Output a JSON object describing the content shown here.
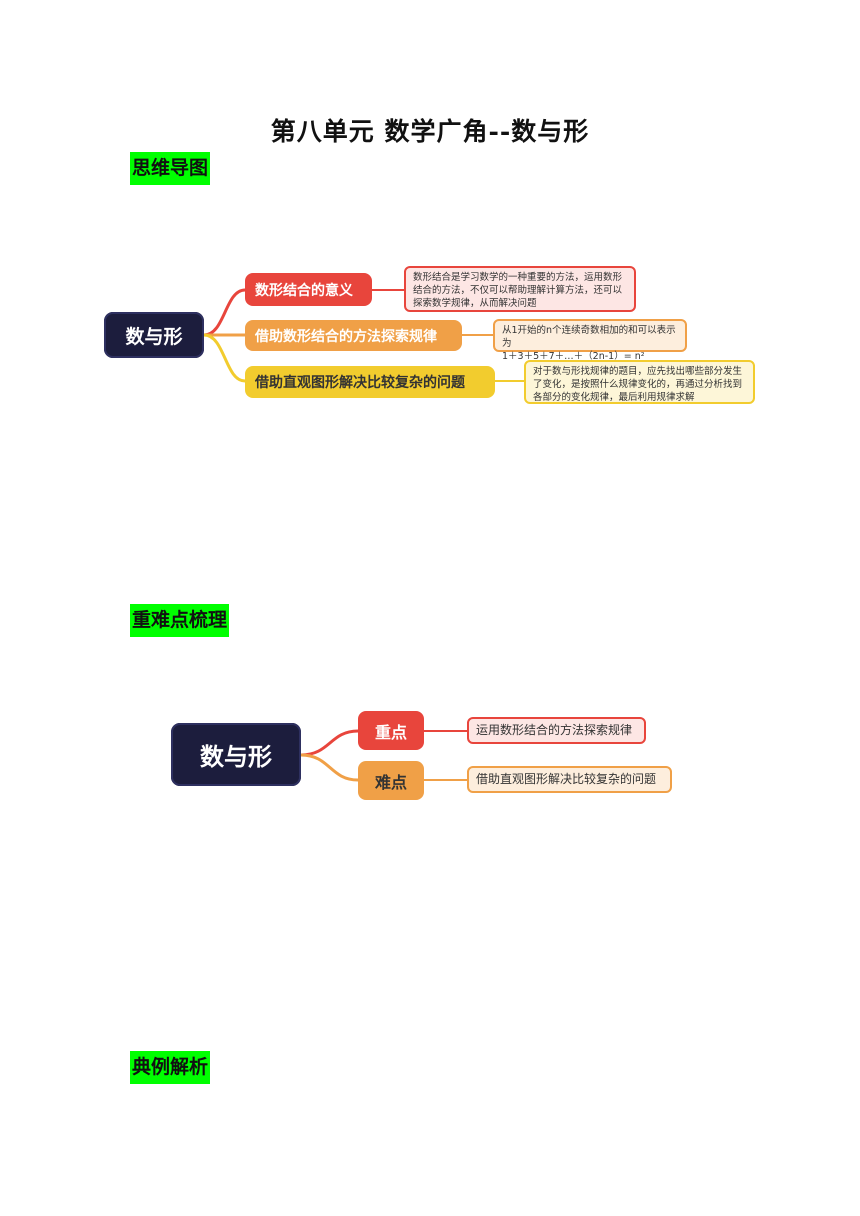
{
  "title": "第八单元 数学广角--数与形",
  "sections": {
    "mindmap": "思维导图",
    "key_points": "重难点梳理",
    "examples": "典例解析"
  },
  "mindmap": {
    "root": "数与形",
    "branches": [
      {
        "label": "数形结合的意义",
        "note": "数形结合是学习数学的一种重要的方法，运用数形结合的方法，不仅可以帮助理解计算方法，还可以探索数学规律，从而解决问题",
        "color": "#e8453c"
      },
      {
        "label": "借助数形结合的方法探索规律",
        "note_line1": "从1开始的n个连续奇数相加的和可以表示为",
        "note_line2": "1＋3＋5＋7＋…＋（2n-1）= n²",
        "color": "#f0a047"
      },
      {
        "label": "借助直观图形解决比较复杂的问题",
        "note": "对于数与形找规律的题目，应先找出哪些部分发生了变化，是按照什么规律变化的，再通过分析找到各部分的变化规律，最后利用规律求解",
        "color": "#f2cc2e"
      }
    ]
  },
  "keymap": {
    "root": "数与形",
    "branches": [
      {
        "label": "重点",
        "note": "运用数形结合的方法探索规律",
        "color": "#e8453c"
      },
      {
        "label": "难点",
        "note": "借助直观图形解决比较复杂的问题",
        "color": "#f0a047"
      }
    ]
  },
  "colors": {
    "highlight": "#00ff00",
    "root_fill": "#1c1d3d"
  }
}
